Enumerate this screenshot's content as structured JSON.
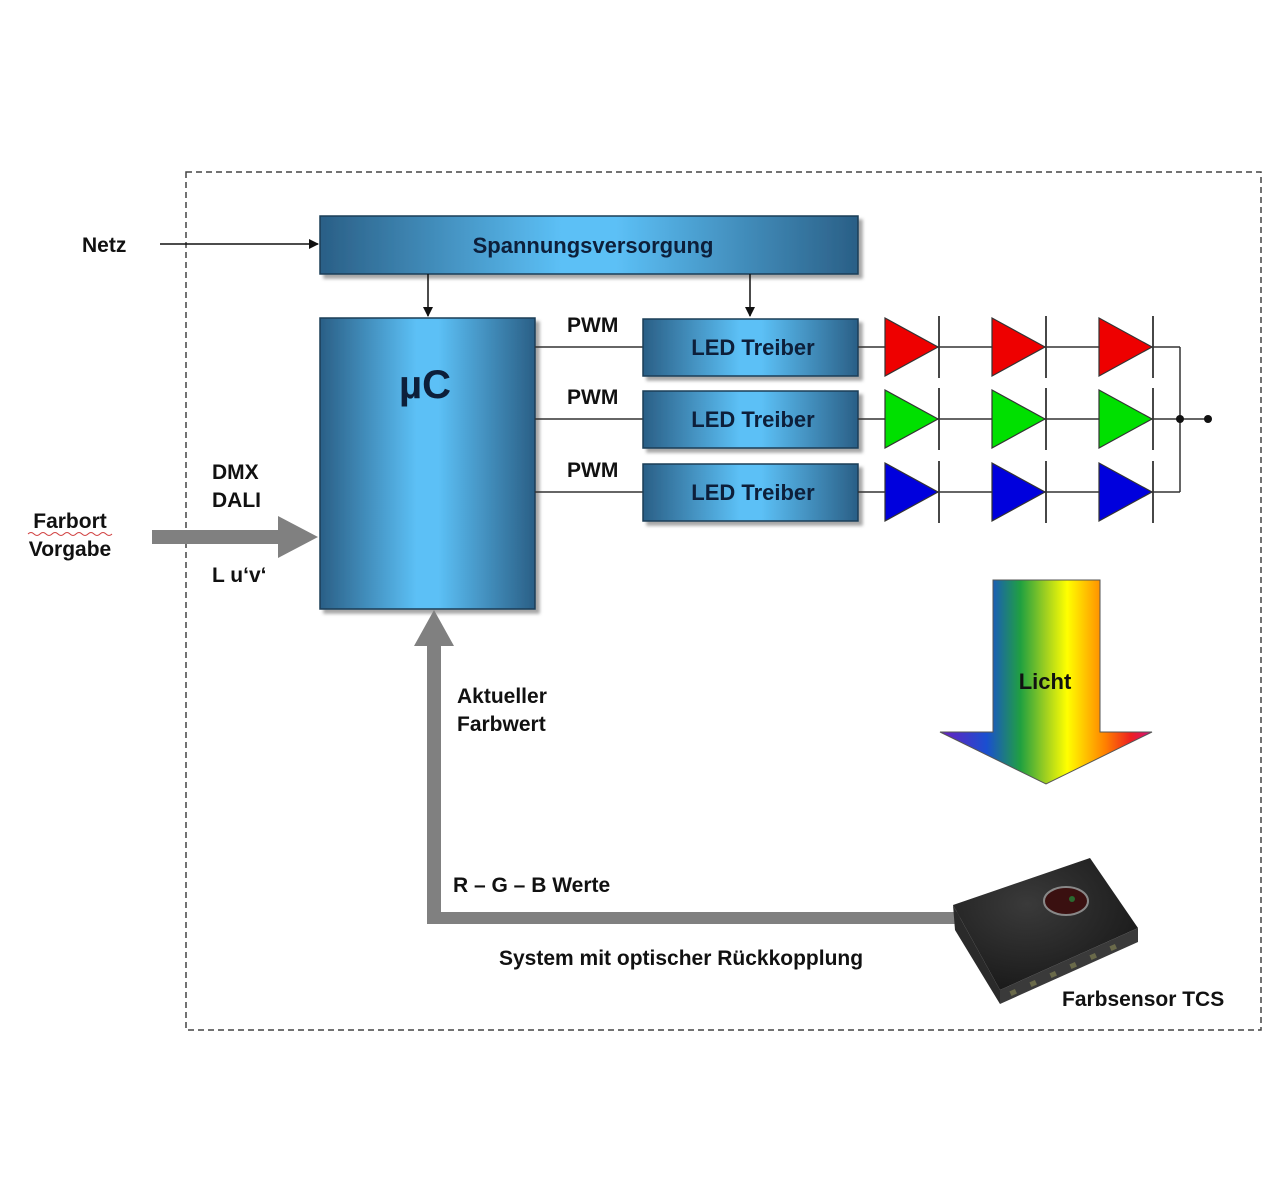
{
  "diagram": {
    "title": "System mit optischer Rückkopplung",
    "inputs": {
      "netz": "Netz",
      "farbort_line1": "Farbort",
      "farbort_line2": "Vorgabe",
      "protocol_line1": "DMX",
      "protocol_line2": "DALI",
      "color_space": "L u‘v‘"
    },
    "blocks": {
      "power_supply": "Spannungsversorgung",
      "microcontroller": "µC",
      "led_drivers": [
        {
          "label": "LED Treiber",
          "signal": "PWM",
          "led_color": "#ee0000",
          "channel": "red"
        },
        {
          "label": "LED Treiber",
          "signal": "PWM",
          "led_color": "#00e000",
          "channel": "green"
        },
        {
          "label": "LED Treiber",
          "signal": "PWM",
          "led_color": "#0000dd",
          "channel": "blue"
        }
      ],
      "leds_per_string": 3
    },
    "light_arrow": "Licht",
    "feedback": {
      "current_value_line1": "Aktueller",
      "current_value_line2": "Farbwert",
      "rgb_values": "R – G – B Werte",
      "sensor": "Farbsensor TCS"
    },
    "colors": {
      "block_dark": "#2a6187",
      "block_light": "#5cbff5",
      "arrow_gray": "#808080",
      "wire": "#333333",
      "dashed_border": "#444444"
    }
  }
}
